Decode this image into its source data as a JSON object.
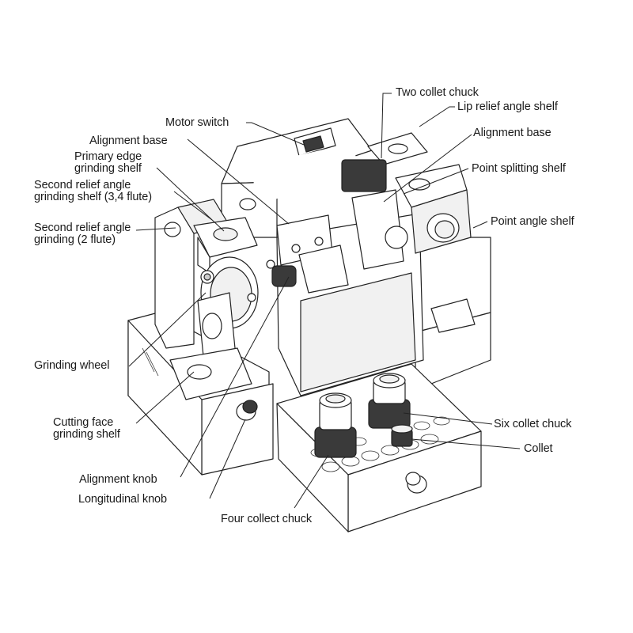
{
  "labels": {
    "two_collet_chuck": "Two collet chuck",
    "lip_relief_angle_shelf": "Lip relief angle shelf",
    "alignment_base_right": "Alignment base",
    "point_splitting_shelf": "Point splitting shelf",
    "point_angle_shelf": "Point angle shelf",
    "motor_switch": "Motor switch",
    "alignment_base_left": "Alignment base",
    "primary_edge_line1": "Primary edge",
    "primary_edge_line2": "grinding shelf",
    "second_relief_34_line1": "Second relief angle",
    "second_relief_34_line2": "grinding shelf (3,4 flute)",
    "second_relief_2_line1": "Second relief angle",
    "second_relief_2_line2": "grinding (2 flute)",
    "grinding_wheel": "Grinding wheel",
    "cutting_face_line1": "Cutting face",
    "cutting_face_line2": "grinding shelf",
    "alignment_knob": "Alignment  knob",
    "longitudinal_knob": "Longitudinal knob",
    "four_collect_chuck": "Four collect chuck",
    "six_collet_chuck": "Six collet chuck",
    "collet": "Collet"
  }
}
